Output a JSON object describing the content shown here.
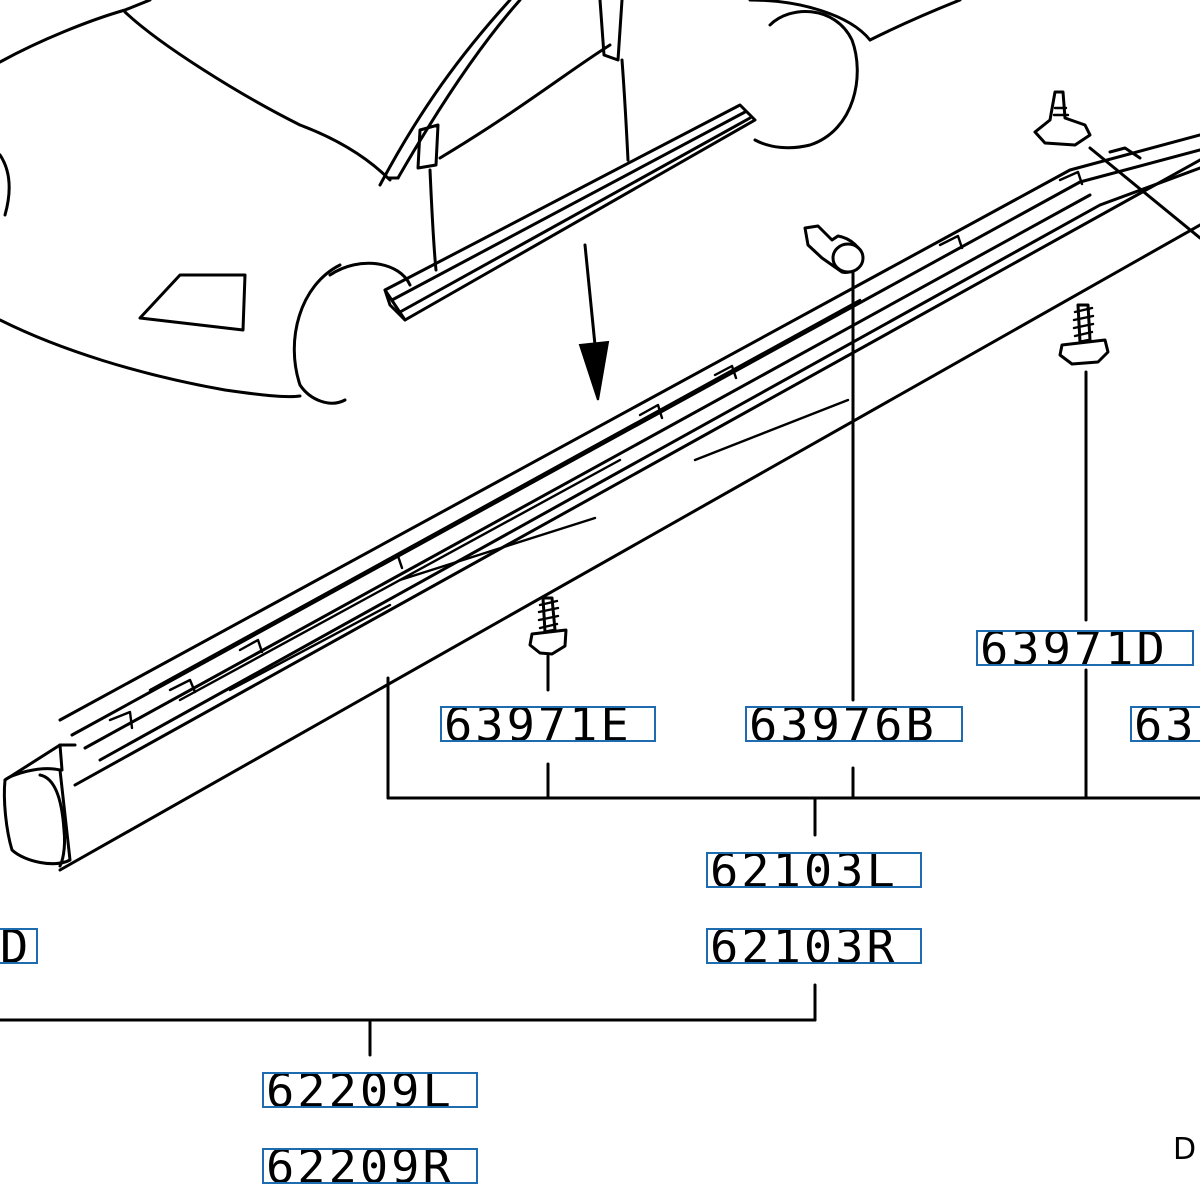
{
  "diagram": {
    "part_labels": {
      "p1": "63971E",
      "p2": "63976B",
      "p3": "63971D",
      "p4": "63",
      "p5": "62103L",
      "p6": "62103R",
      "p7": "D",
      "p8": "62209L",
      "p9": "62209R"
    },
    "corner_code": "D"
  }
}
